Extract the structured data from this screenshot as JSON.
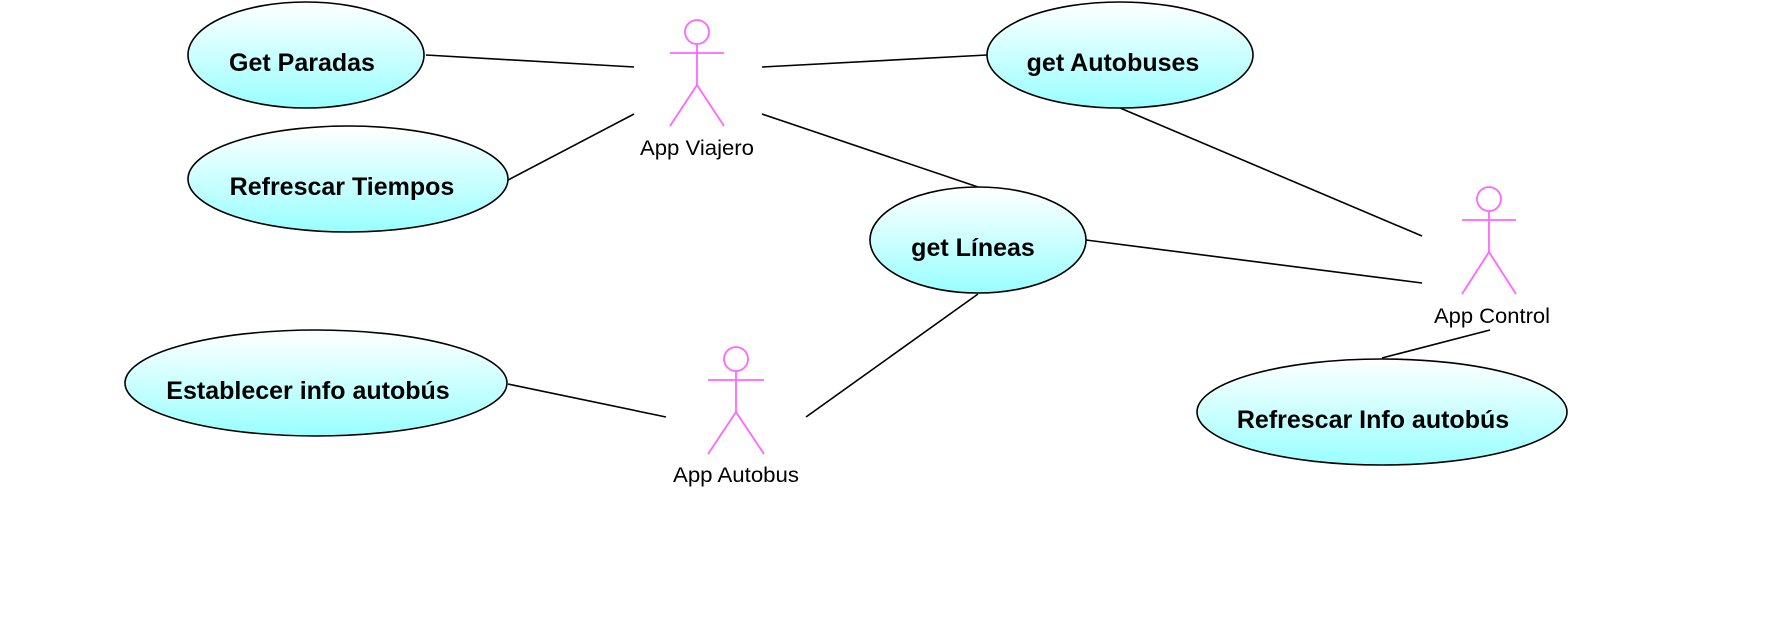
{
  "diagram": {
    "type": "uml-use-case",
    "colors": {
      "actor": "#ff66ff",
      "usecase_gradient_top": "#ffffff",
      "usecase_gradient_bottom": "#99ffff",
      "line": "#000000"
    },
    "use_cases": [
      {
        "id": "get-paradas",
        "label": "Get Paradas"
      },
      {
        "id": "refrescar-tiempos",
        "label": "Refrescar Tiempos"
      },
      {
        "id": "get-autobuses",
        "label": "get Autobuses"
      },
      {
        "id": "get-lineas",
        "label": "get Líneas"
      },
      {
        "id": "establecer-info",
        "label": "Establecer info autobús"
      },
      {
        "id": "refrescar-info",
        "label": "Refrescar Info autobús"
      }
    ],
    "actors": [
      {
        "id": "viajero",
        "label": "App Viajero"
      },
      {
        "id": "autobus",
        "label": "App Autobus"
      },
      {
        "id": "control",
        "label": "App Control"
      }
    ],
    "associations": [
      {
        "actor": "viajero",
        "use_case": "get-paradas"
      },
      {
        "actor": "viajero",
        "use_case": "refrescar-tiempos"
      },
      {
        "actor": "viajero",
        "use_case": "get-autobuses"
      },
      {
        "actor": "viajero",
        "use_case": "get-lineas"
      },
      {
        "actor": "autobus",
        "use_case": "establecer-info"
      },
      {
        "actor": "autobus",
        "use_case": "get-lineas"
      },
      {
        "actor": "control",
        "use_case": "get-autobuses"
      },
      {
        "actor": "control",
        "use_case": "get-lineas"
      },
      {
        "actor": "control",
        "use_case": "refrescar-info"
      }
    ]
  }
}
